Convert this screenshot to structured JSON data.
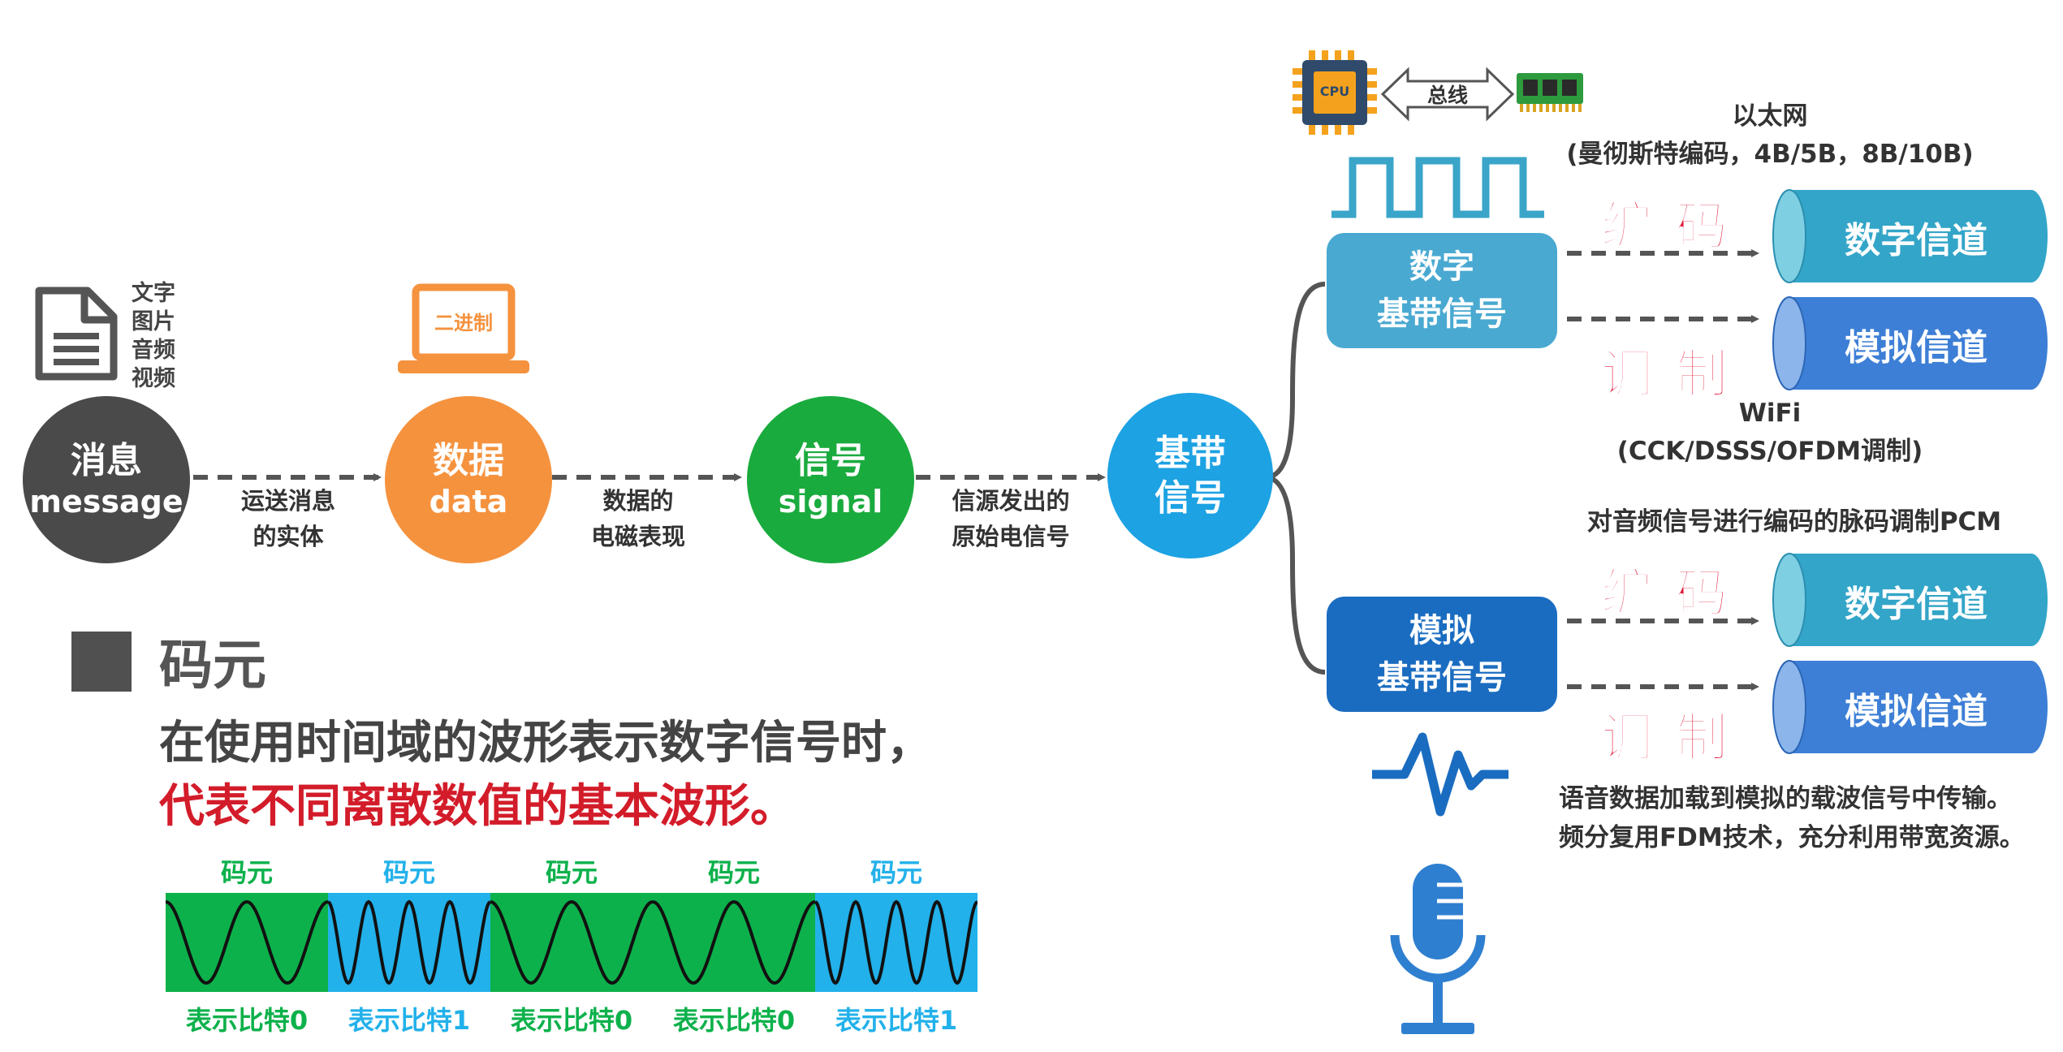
{
  "doc_icon": {
    "items": [
      "文字",
      "图片",
      "音频",
      "视频"
    ]
  },
  "laptop": {
    "label": "二进制"
  },
  "nodes": {
    "message": {
      "l1": "消息",
      "l2": "message",
      "color": "#4a4a4a"
    },
    "data": {
      "l1": "数据",
      "l2": "data",
      "color": "#f5923e"
    },
    "signal": {
      "l1": "信号",
      "l2": "signal",
      "color": "#1aab3e"
    },
    "baseband": {
      "l1": "基带",
      "l2": "信号",
      "color": "#1da2e3"
    }
  },
  "edge_labels": {
    "e1": [
      "运送消息",
      "的实体"
    ],
    "e2": [
      "数据的",
      "电磁表现"
    ],
    "e3": [
      "信源发出的",
      "原始电信号"
    ]
  },
  "cpu": {
    "label": "CPU",
    "bus": "总线"
  },
  "digital_baseband": {
    "l1": "数字",
    "l2": "基带信号",
    "color": "#49a9d1"
  },
  "analog_baseband": {
    "l1": "模拟",
    "l2": "基带信号",
    "color": "#1a6cc0"
  },
  "ethernet": {
    "l1": "以太网",
    "l2": "(曼彻斯特编码，4B/5B，8B/10B)"
  },
  "wifi": {
    "l1": "WiFi",
    "l2": "(CCK/DSSS/OFDM调制)"
  },
  "pcm_note": "对音频信号进行编码的脉码调制PCM",
  "voice_note": {
    "l1": "语音数据加载到模拟的载波信号中传输。",
    "l2": "频分复用FDM技术，充分利用带宽资源。"
  },
  "encode": "编码",
  "modulate": "调制",
  "channels": {
    "digital": {
      "label": "数字信道",
      "color": "#33a5c8"
    },
    "analog": {
      "label": "模拟信道",
      "color": "#3d7fd6"
    }
  },
  "section": {
    "title": "码元",
    "line1": "在使用时间域的波形表示数字信号时，",
    "line2": "代表不同离散数值的基本波形。"
  },
  "symbols": [
    {
      "top": "码元",
      "bottom": "表示比特0",
      "bit": 0
    },
    {
      "top": "码元",
      "bottom": "表示比特1",
      "bit": 1
    },
    {
      "top": "码元",
      "bottom": "表示比特0",
      "bit": 0
    },
    {
      "top": "码元",
      "bottom": "表示比特0",
      "bit": 0
    },
    {
      "top": "码元",
      "bottom": "表示比特1",
      "bit": 1
    }
  ],
  "colors": {
    "bit0": "#0db14b",
    "bit1": "#22b1ea",
    "red": "#d31c2a",
    "square_wave": "#3aa5c9",
    "mic": "#2f7fd0"
  }
}
